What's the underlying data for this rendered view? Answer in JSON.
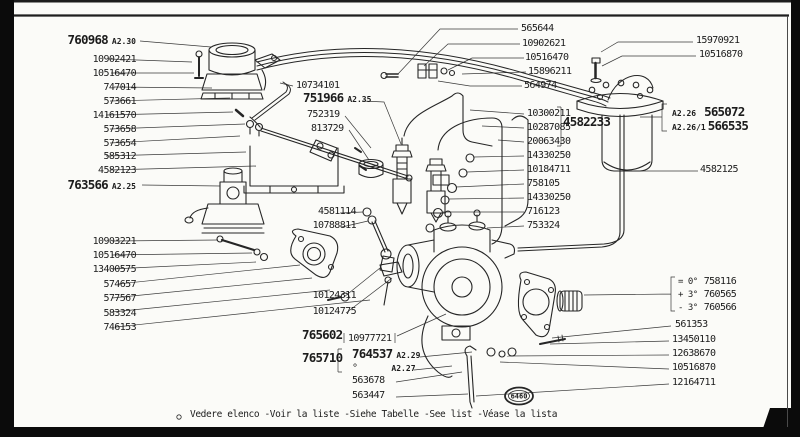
{
  "colors": {
    "ink": "#242424",
    "paper": "#fbfbf8",
    "bar": "#0b0b0b"
  },
  "page": {
    "stamp": "6460",
    "footnote_mark": "°",
    "footnote": "Vedere elenco -Voir la liste -Siehe Tabelle -See list -Véase la lista"
  },
  "labels": {
    "left": [
      {
        "no": "760968",
        "ref": "A2.30"
      },
      {
        "no": "10902421"
      },
      {
        "no": "10516470"
      },
      {
        "no": "747014"
      },
      {
        "no": "573661"
      },
      {
        "no": "14161570"
      },
      {
        "no": "573658"
      },
      {
        "no": "573654"
      },
      {
        "no": "585312"
      },
      {
        "no": "4582123"
      },
      {
        "no": "763566",
        "ref": "A2.25"
      },
      {
        "no": "10903221"
      },
      {
        "no": "10516470"
      },
      {
        "no": "13400575"
      },
      {
        "no": "574657"
      },
      {
        "no": "577567"
      },
      {
        "no": "583324"
      },
      {
        "no": "746153"
      }
    ],
    "mid_top": [
      {
        "no": "565644"
      },
      {
        "no": "10902621"
      },
      {
        "no": "10516470"
      },
      {
        "no": "15896211"
      },
      {
        "no": "564974"
      }
    ],
    "mid_left": [
      {
        "no": "10734101"
      },
      {
        "no": "751966",
        "ref": "A2.35"
      },
      {
        "no": "752319"
      },
      {
        "no": "813729"
      }
    ],
    "mid_right": [
      {
        "no": "10300211"
      },
      {
        "no": "10287085"
      },
      {
        "no": "20063430"
      },
      {
        "no": "14330250"
      },
      {
        "no": "10184711"
      },
      {
        "no": "758105"
      },
      {
        "no": "14330250"
      },
      {
        "no": "716123"
      },
      {
        "no": "753324"
      }
    ],
    "assembly": {
      "no": "4582233"
    },
    "right_top": [
      {
        "no": "15970921"
      },
      {
        "no": "10516870"
      }
    ],
    "filter": [
      {
        "ref": "A2.26",
        "no": "565072"
      },
      {
        "ref": "A2.26/1",
        "no": "566535"
      }
    ],
    "right_mid": {
      "no": "4582125"
    },
    "timing": [
      {
        "sign": "= 0°",
        "no": "758116"
      },
      {
        "sign": "+ 3°",
        "no": "760565"
      },
      {
        "sign": "- 3°",
        "no": "760566"
      }
    ],
    "right_bottom": [
      {
        "no": "561353"
      },
      {
        "no": "13450110"
      },
      {
        "no": "12638670"
      },
      {
        "no": "10516870"
      },
      {
        "no": "12164711"
      }
    ],
    "mid_bottom": [
      {
        "no": "4581114"
      },
      {
        "no": "10788811"
      },
      {
        "no": "10124311"
      },
      {
        "no": "10124775"
      }
    ],
    "pump": {
      "main": "765602",
      "sub": "10977721",
      "main2": "765710",
      "sub2": "764537",
      "ref2": "A2.29",
      "mark": "°",
      "ref3": "A2.27"
    },
    "bottom": [
      {
        "no": "563678"
      },
      {
        "no": "563447"
      }
    ]
  }
}
